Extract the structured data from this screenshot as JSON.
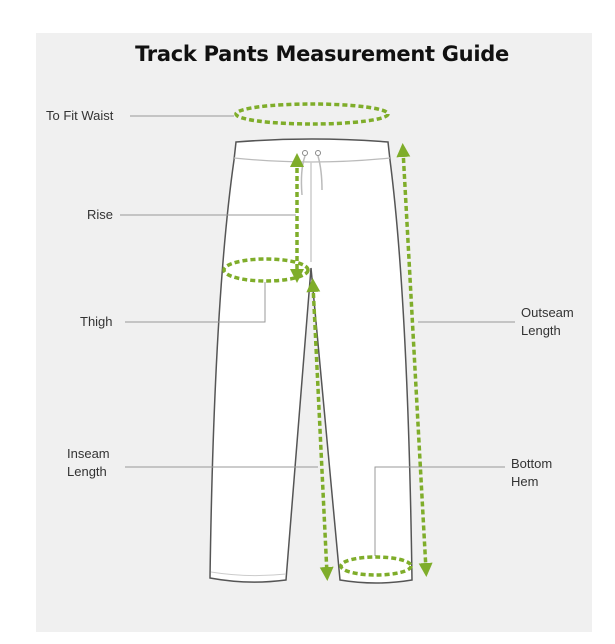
{
  "title": "Track Pants Measurement Guide",
  "labels": {
    "waist": "To Fit Waist",
    "rise": "Rise",
    "thigh": "Thigh",
    "outseam_1": "Outseam",
    "outseam_2": "Length",
    "inseam_1": "Inseam",
    "inseam_2": "Length",
    "hem_1": "Bottom",
    "hem_2": "Hem"
  },
  "colors": {
    "accent": "#7fad2a",
    "panel": "#f0f0f0",
    "outline": "#555555",
    "leader": "#999999"
  }
}
